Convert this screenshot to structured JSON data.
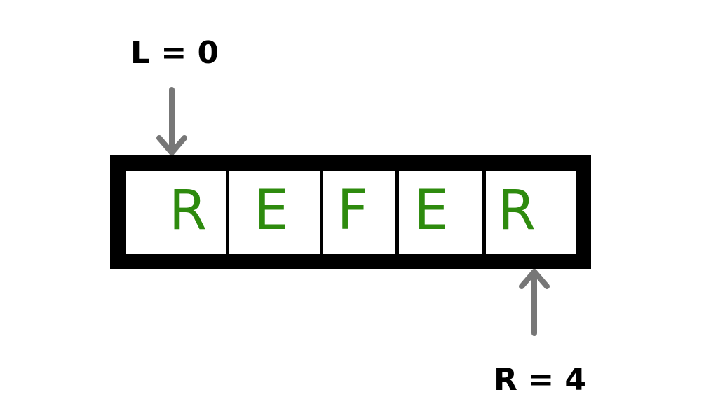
{
  "array": {
    "letters": [
      "R",
      "E",
      "F",
      "E",
      "R"
    ],
    "letter_color": "#2e8b0e"
  },
  "pointers": {
    "left": {
      "label": "L = 0",
      "index": 0
    },
    "right": {
      "label": "R = 4",
      "index": 4
    }
  },
  "colors": {
    "arrow": "#777777",
    "frame": "#000000"
  }
}
